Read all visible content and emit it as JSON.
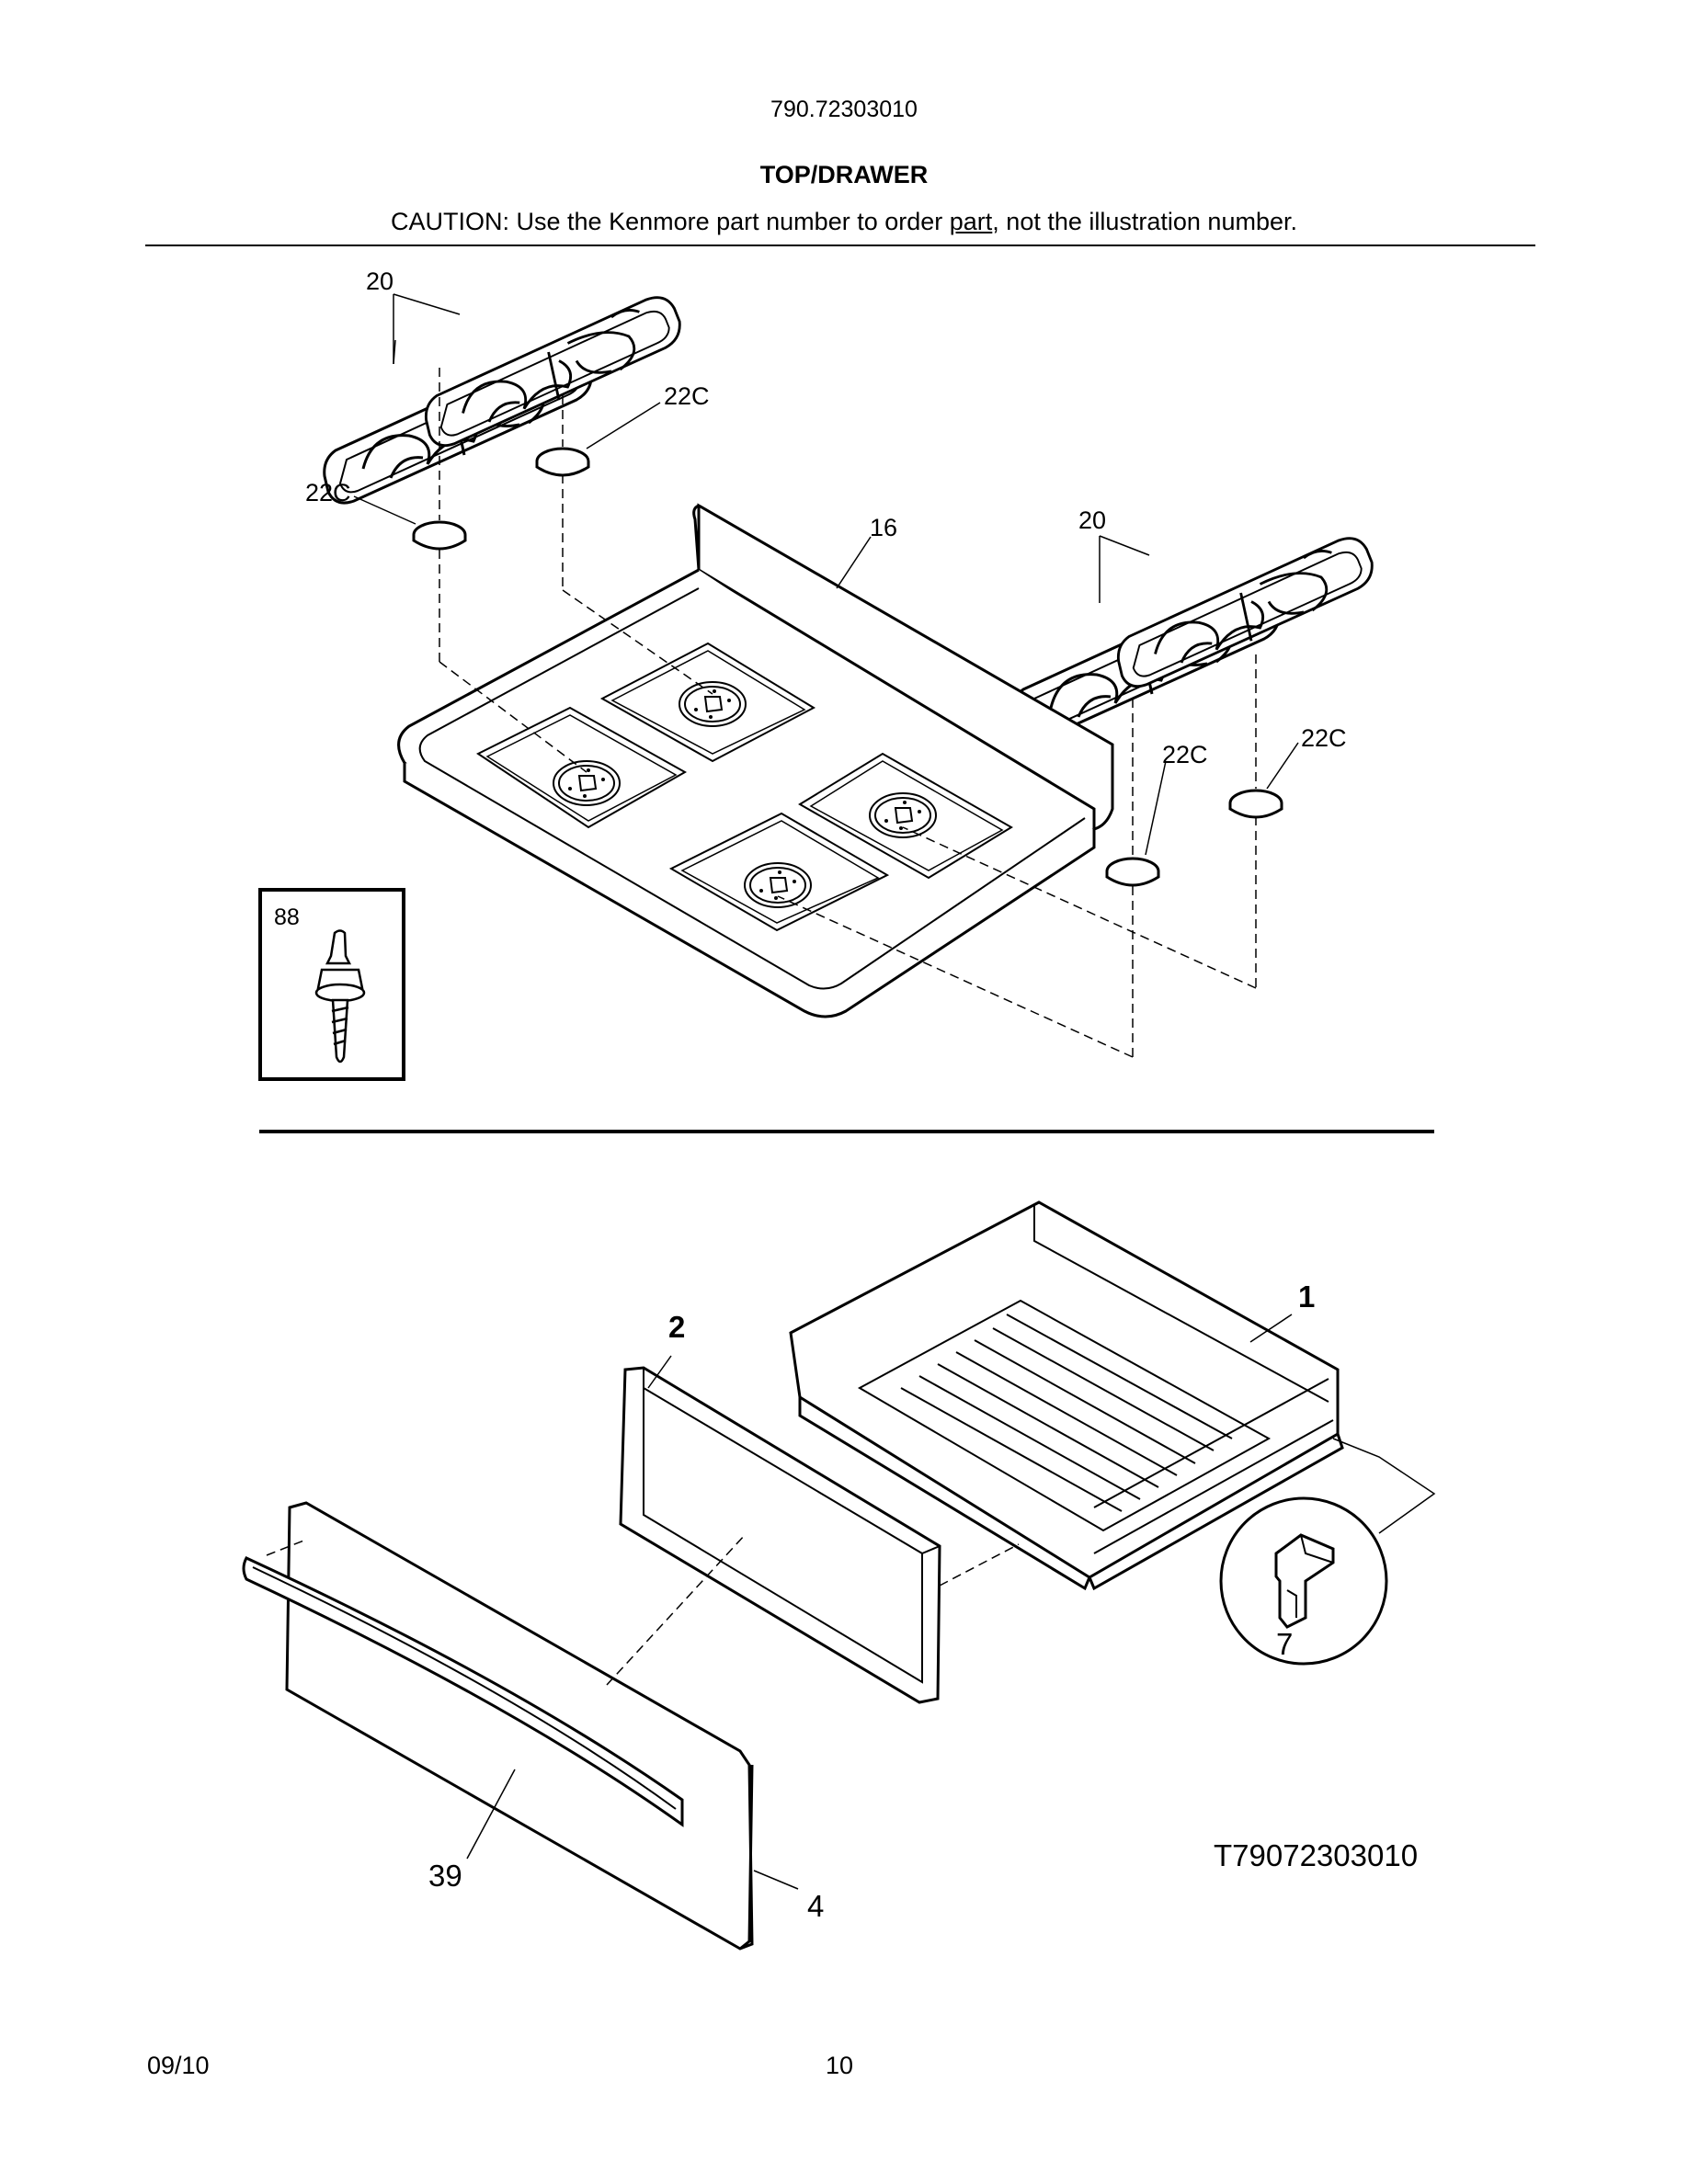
{
  "header": {
    "model": "790.72303010",
    "title": "TOP/DRAWER",
    "caution_before": "CAUTION: Use the Kenmore part number to order ",
    "caution_link": "part",
    "caution_after": ", not the illustration number."
  },
  "callouts": {
    "grate_left": "20",
    "cap_left_top": "22C",
    "cap_left_bottom": "22C",
    "cooktop": "16",
    "grate_right": "20",
    "cap_right_a": "22C",
    "cap_right_b": "22C",
    "screw": "88",
    "drawer_body": "1",
    "drawer_inner_panel": "2",
    "clip": "7",
    "handle": "39",
    "front_panel": "4"
  },
  "figure_id": "T79072303010",
  "footer": {
    "date": "09/10",
    "page": "10"
  }
}
